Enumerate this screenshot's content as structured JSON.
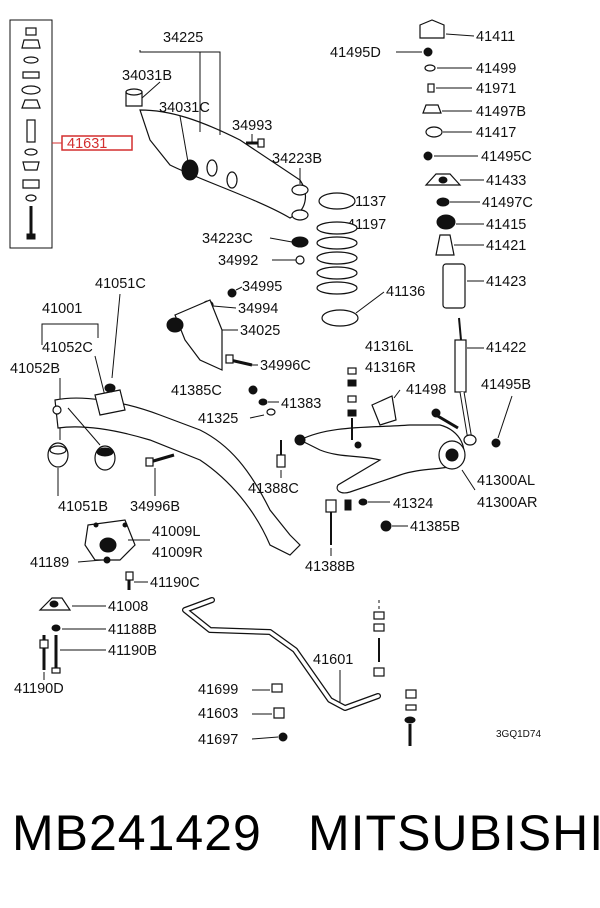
{
  "labels": {
    "l41631": "41631",
    "l34225": "34225",
    "l34031B": "34031B",
    "l34031C": "34031C",
    "l34993": "34993",
    "l34223B": "34223B",
    "l34223C": "34223C",
    "l34992": "34992",
    "l34995": "34995",
    "l34994": "34994",
    "l34025": "34025",
    "l34996C": "34996C",
    "l41051C": "41051C",
    "l41001": "41001",
    "l41052C": "41052C",
    "l41052B": "41052B",
    "l41051B": "41051B",
    "l34996B": "34996B",
    "l41385C": "41385C",
    "l41383": "41383",
    "l41325": "41325",
    "l41388C": "41388C",
    "l41009L": "41009L",
    "l41009R": "41009R",
    "l41189": "41189",
    "l41190C": "41190C",
    "l41008": "41008",
    "l41188B": "41188B",
    "l41190B": "41190B",
    "l41190D": "41190D",
    "l41699": "41699",
    "l41603": "41603",
    "l41697": "41697",
    "l41601": "41601",
    "l41388B": "41388B",
    "l41411": "41411",
    "l41495D": "41495D",
    "l41499": "41499",
    "l41971": "41971",
    "l41497B": "41497B",
    "l41417": "41417",
    "l41495C": "41495C",
    "l41433": "41433",
    "l41137": "41137",
    "l41497C": "41497C",
    "l41197": "41197",
    "l41415": "41415",
    "l41421": "41421",
    "l41423": "41423",
    "l41136": "41136",
    "l41316L": "41316L",
    "l41316R": "41316R",
    "l41422": "41422",
    "l41498": "41498",
    "l41495B": "41495B",
    "l41300AL": "41300AL",
    "l41300AR": "41300AR",
    "l41324": "41324",
    "l41385B": "41385B",
    "code": "3GQ1D74"
  },
  "footer": {
    "part_number": "MB241429",
    "brand": "MITSUBISHI"
  },
  "colors": {
    "highlight": "#d32f2f",
    "ink": "#111111"
  }
}
